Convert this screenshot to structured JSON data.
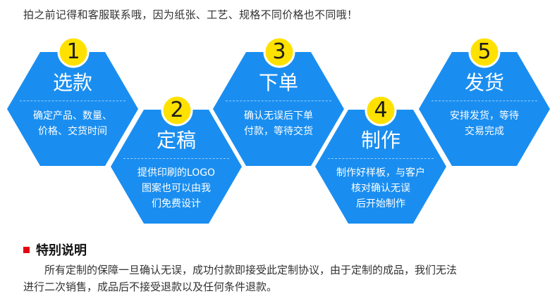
{
  "top_note": "拍之前记得和客服联系哦，因为纸张、工艺、规格不同价格也不同哦！",
  "colors": {
    "hex_blue": "#1a8ef0",
    "badge_yellow": "#ffe100",
    "badge_border": "#ffffff",
    "accent_red": "#e60012"
  },
  "steps": [
    {
      "number": "1",
      "title": "选款",
      "desc": [
        "确定产品、数量、",
        "价格、交货时间"
      ]
    },
    {
      "number": "2",
      "title": "定稿",
      "desc": [
        "提供印刷的LOGO",
        "图案也可以由我",
        "们免费设计"
      ]
    },
    {
      "number": "3",
      "title": "下单",
      "desc": [
        "确认无误后下单",
        "付款，等待交货"
      ]
    },
    {
      "number": "4",
      "title": "制作",
      "desc": [
        "制作好样板，与客户",
        "核对确认无误",
        "后开始制作"
      ]
    },
    {
      "number": "5",
      "title": "发货",
      "desc": [
        "安排发货，等待",
        "交易完成"
      ]
    }
  ],
  "notice": {
    "heading": "特别说明",
    "lines": [
      "所有定制的保障一旦确认无误，成功付款即接受此定制协议，由于定制的成品，我们无法",
      "进行二次销售，成品后不接受退款以及任何条件退款。"
    ]
  }
}
